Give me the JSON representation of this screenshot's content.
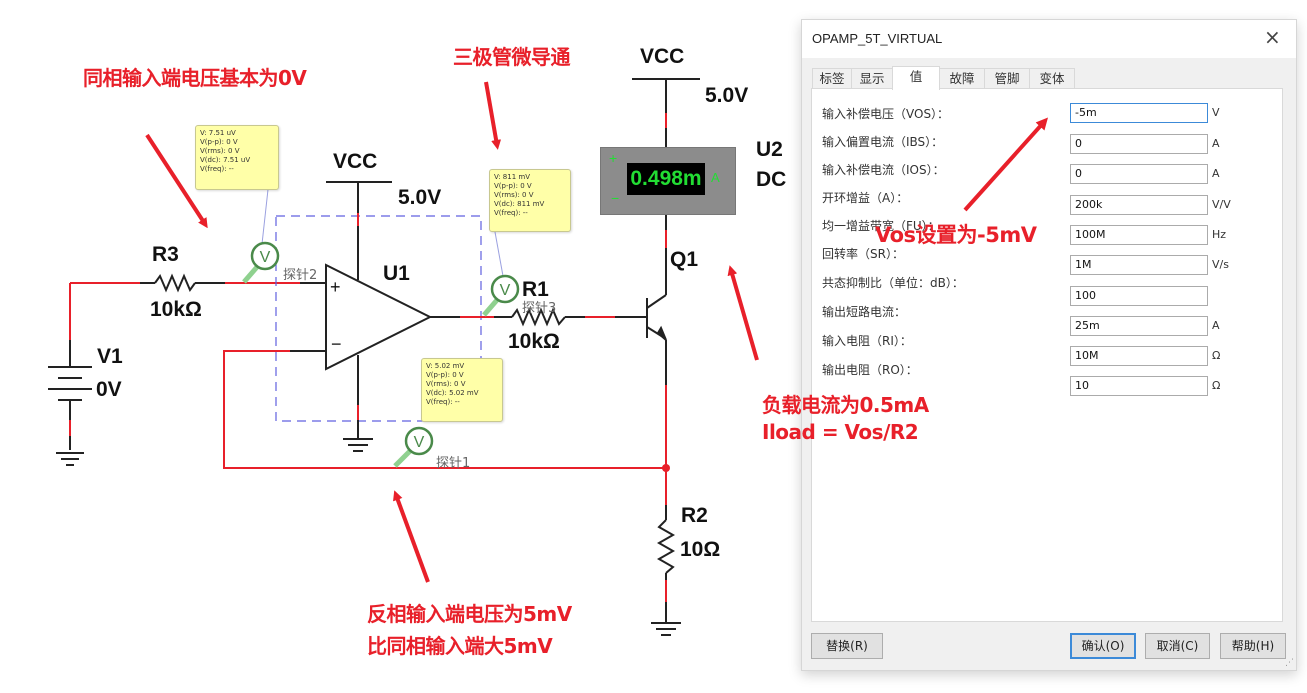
{
  "schematic": {
    "components": {
      "R3": {
        "name": "R3",
        "value": "10kΩ"
      },
      "R1": {
        "name": "R1",
        "value": "10kΩ"
      },
      "R2": {
        "name": "R2",
        "value": "10Ω"
      },
      "V1": {
        "name": "V1",
        "value": "0V"
      },
      "U1": {
        "name": "U1",
        "plus": "+",
        "minus": "−"
      },
      "Q1": {
        "name": "Q1"
      },
      "U2": {
        "name": "U2",
        "mode": "DC",
        "reading": "0.498m",
        "unit": "A",
        "plus": "+",
        "minus": "−"
      },
      "vcc_opamp": {
        "name": "VCC",
        "value": "5.0V"
      },
      "vcc_top": {
        "name": "VCC",
        "value": "5.0V"
      }
    },
    "probes": [
      {
        "name": "探针2",
        "icon": "V",
        "lines": [
          "V: 7.51 uV",
          "V(p-p): 0 V",
          "V(rms): 0 V",
          "V(dc): 7.51 uV",
          "V(freq): --"
        ]
      },
      {
        "name": "探针3",
        "icon": "V",
        "lines": [
          "V: 811 mV",
          "V(p-p): 0 V",
          "V(rms): 0 V",
          "V(dc): 811 mV",
          "V(freq): --"
        ]
      },
      {
        "name": "探针1",
        "icon": "V",
        "lines": [
          "V: 5.02 mV",
          "V(p-p): 0 V",
          "V(rms): 0 V",
          "V(dc): 5.02 mV",
          "V(freq): --"
        ]
      }
    ],
    "annotations": {
      "noninverting": "同相输入端电压基本为0V",
      "transistor": "三极管微导通",
      "vos_setting": "Vos设置为-5mV",
      "load_current_1": "负载电流为0.5mA",
      "load_current_2": "Iload = Vos/R2",
      "inverting_1": "反相输入端电压为5mV",
      "inverting_2": "比同相输入端大5mV"
    },
    "colors": {
      "wire_active": "#e8202a",
      "wire": "#222222",
      "annotation": "#e8202a",
      "meter_display": "#22dd33",
      "probe_ring": "#4a8a4a"
    }
  },
  "dialog": {
    "title": "OPAMP_5T_VIRTUAL",
    "close_icon": "×",
    "tabs": [
      {
        "label": "标签",
        "active": false
      },
      {
        "label": "显示",
        "active": false
      },
      {
        "label": "值",
        "active": true
      },
      {
        "label": "故障",
        "active": false
      },
      {
        "label": "管脚",
        "active": false
      },
      {
        "label": "变体",
        "active": false
      }
    ],
    "params": [
      {
        "label": "输入补偿电压（VOS）：",
        "value": "-5m",
        "unit": "V"
      },
      {
        "label": "输入偏置电流（IBS）：",
        "value": "0",
        "unit": "A"
      },
      {
        "label": "输入补偿电流（IOS）：",
        "value": "0",
        "unit": "A"
      },
      {
        "label": "开环增益（A）：",
        "value": "200k",
        "unit": "V/V"
      },
      {
        "label": "均一增益带宽（FU）：",
        "value": "100M",
        "unit": "Hz"
      },
      {
        "label": "回转率（SR）：",
        "value": "1M",
        "unit": "V/s"
      },
      {
        "label": "共态抑制比（单位：dB）：",
        "value": "100",
        "unit": ""
      },
      {
        "label": "输出短路电流：",
        "value": "25m",
        "unit": "A"
      },
      {
        "label": "输入电阻（RI）：",
        "value": "10M",
        "unit": "Ω"
      },
      {
        "label": "输出电阻（RO）：",
        "value": "10",
        "unit": "Ω"
      }
    ],
    "buttons": {
      "replace": "替换(R)",
      "ok": "确认(O)",
      "cancel": "取消(C)",
      "help": "帮助(H)"
    }
  }
}
